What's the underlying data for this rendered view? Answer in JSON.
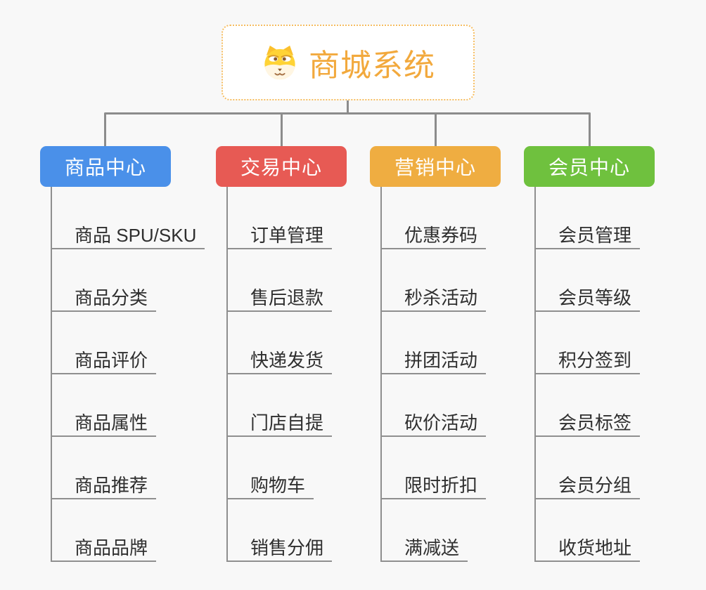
{
  "root": {
    "title": "商城系统",
    "icon": "dog-face-icon",
    "accent_color": "#f2a93d",
    "border_color": "#f6bd60",
    "background": "#ffffff"
  },
  "page_background": "#f8f8f8",
  "connector_color": "#8c8c8c",
  "branches": [
    {
      "label": "商品中心",
      "color": "#4a90e9",
      "items": [
        "商品 SPU/SKU",
        "商品分类",
        "商品评价",
        "商品属性",
        "商品推荐",
        "商品品牌"
      ]
    },
    {
      "label": "交易中心",
      "color": "#e75a54",
      "items": [
        "订单管理",
        "售后退款",
        "快递发货",
        "门店自提",
        "购物车",
        "销售分佣"
      ]
    },
    {
      "label": "营销中心",
      "color": "#efad41",
      "items": [
        "优惠券码",
        "秒杀活动",
        "拼团活动",
        "砍价活动",
        "限时折扣",
        "满减送"
      ]
    },
    {
      "label": "会员中心",
      "color": "#6fc13e",
      "items": [
        "会员管理",
        "会员等级",
        "积分签到",
        "会员标签",
        "会员分组",
        "收货地址"
      ]
    }
  ]
}
